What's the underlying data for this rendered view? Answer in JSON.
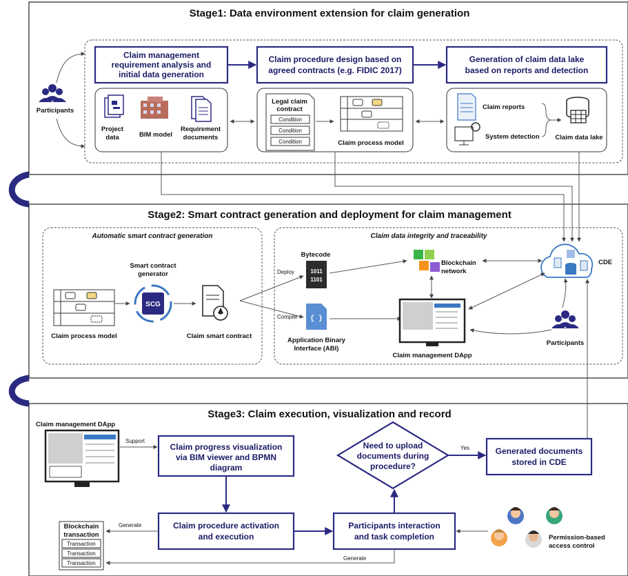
{
  "stage1": {
    "title": "Stage1: Data environment extension for claim generation",
    "box1": [
      "Claim management",
      "requirement analysis and",
      "initial data generation"
    ],
    "box2": [
      "Claim procedure design based on",
      "agreed contracts (e.g. FIDIC 2017)"
    ],
    "box3": [
      "Generation of claim data lake",
      "based on reports and detection"
    ],
    "participants": "Participants",
    "project_data": [
      "Project",
      "data"
    ],
    "bim_model": "BIM model",
    "requirement_documents": [
      "Requirement",
      "documents"
    ],
    "legal_contract": [
      "Legal claim",
      "contract"
    ],
    "condition": "Condition",
    "claim_process_model": "Claim process model",
    "claim_reports": "Claim reports",
    "system_detection": "System detection",
    "claim_data_lake": "Claim data lake"
  },
  "stage2": {
    "title": "Stage2: Smart contract generation and deployment for claim management",
    "left_title": "Automatic smart contract generation",
    "right_title": "Claim data integrity and traceability",
    "claim_process_model": "Claim process model",
    "generator": [
      "Smart contract",
      "generator"
    ],
    "scg": "SCG",
    "claim_smart_contract": "Claim smart contract",
    "deploy": "Deploy",
    "compile": "Compile",
    "bytecode": "Bytecode",
    "bytecode_bits": [
      "1011",
      "1101"
    ],
    "abi": [
      "Application Binary",
      "Interface (ABI)"
    ],
    "abi_glyph": "{ }",
    "blockchain_network": [
      "Blockchain",
      "network"
    ],
    "cde": "CDE",
    "dapp": "Claim management DApp",
    "participants": "Participants"
  },
  "stage3": {
    "title": "Stage3: Claim execution, visualization and record",
    "dapp": "Claim management DApp",
    "support": "Support",
    "visualization": [
      "Claim progress visualization",
      "via BIM viewer and BPMN",
      "diagram"
    ],
    "decision": [
      "Need to upload",
      "documents during",
      "procedure?"
    ],
    "yes": "Yes",
    "generated_docs": [
      "Generated documents",
      "stored in CDE"
    ],
    "activation": [
      "Claim procedure activation",
      "and execution"
    ],
    "interaction": [
      "Participants interaction",
      "and task completion"
    ],
    "blockchain_tx": [
      "Blockchain",
      "transaction"
    ],
    "transaction": "Transaction",
    "generate": "Generate",
    "permission": [
      "Permission-based",
      "access control"
    ]
  },
  "colors": {
    "accent": "#2b2a82",
    "line": "#555555"
  }
}
